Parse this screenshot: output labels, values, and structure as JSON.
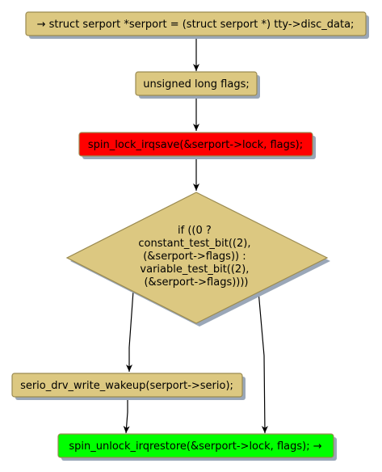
{
  "colors": {
    "node_fill": "#dcc881",
    "node_border": "#9a8a50",
    "shadow": "#9aa7b8",
    "lock_fill": "#ff0000",
    "unlock_fill": "#00ff00",
    "edge": "#000000"
  },
  "nodes": {
    "start": {
      "text": "→ struct serport *serport = (struct serport *) tty->disc_data;"
    },
    "flags_decl": {
      "text": "unsigned long flags;"
    },
    "lock": {
      "text": "spin_lock_irqsave(&serport->lock, flags);"
    },
    "condition": {
      "lines": [
        "if ((0 ?",
        "constant_test_bit((2),",
        "(&serport->flags)) :",
        "variable_test_bit((2),",
        "(&serport->flags))))"
      ]
    },
    "wakeup": {
      "text": "serio_drv_write_wakeup(serport->serio);"
    },
    "unlock": {
      "text": "spin_unlock_irqrestore(&serport->lock, flags); →"
    }
  }
}
